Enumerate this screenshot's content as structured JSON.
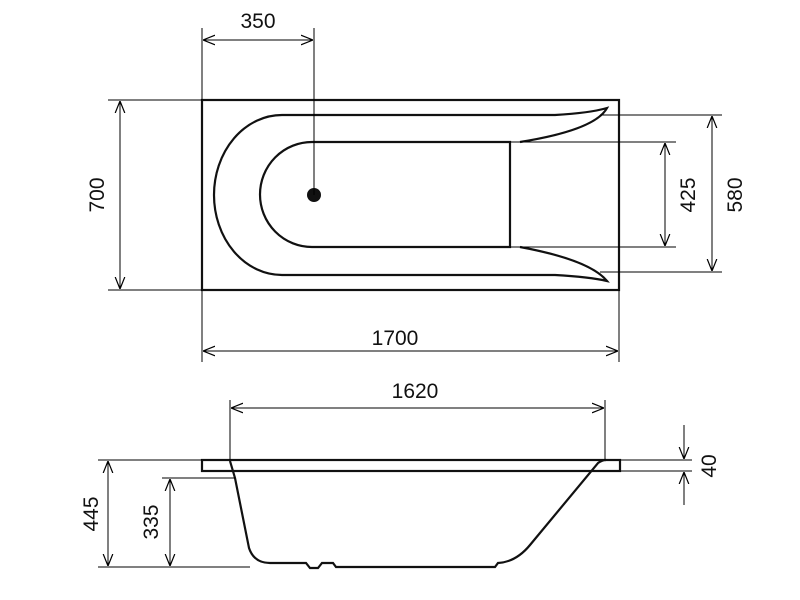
{
  "title": "Bathtub dimension drawing",
  "colors": {
    "line": "#000000",
    "background": "#ffffff"
  },
  "top_view": {
    "drain_offset": "350",
    "width": "700",
    "inner_width": "425",
    "basin_width": "580",
    "length": "1700"
  },
  "side_view": {
    "inner_length": "1620",
    "total_height": "445",
    "basin_depth": "335",
    "rim_thickness": "40"
  }
}
